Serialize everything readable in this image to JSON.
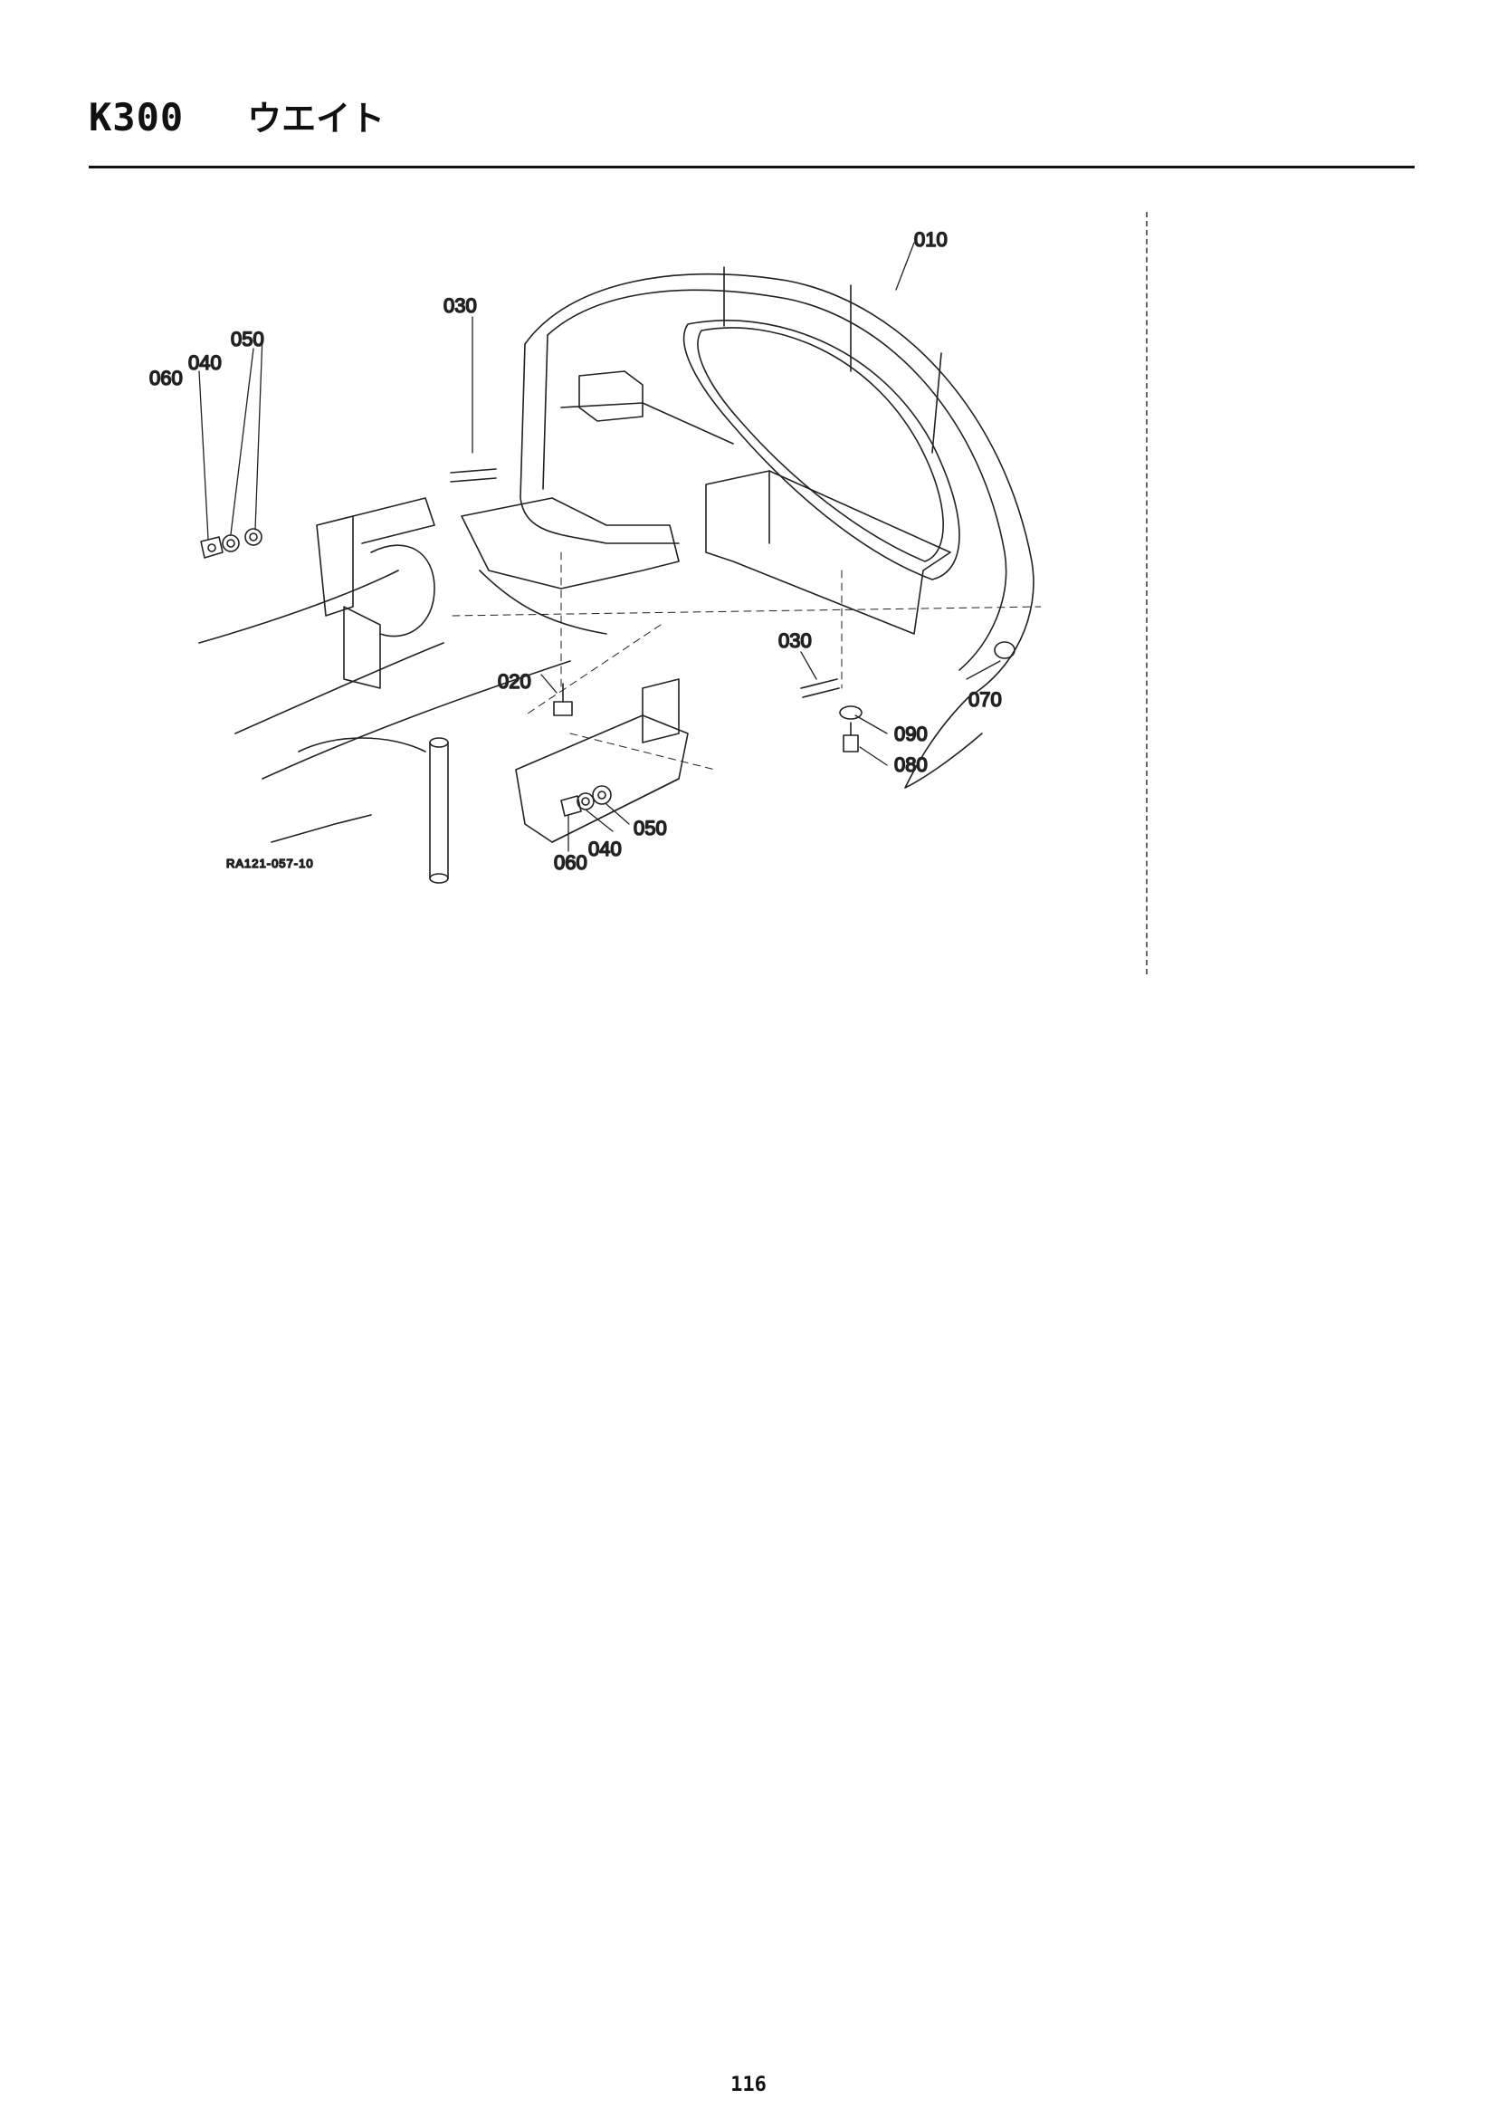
{
  "header": {
    "model_code": "K300",
    "section_title": "ウエイト"
  },
  "diagram": {
    "figure_code": "RA121-057-10",
    "callouts": {
      "p010": "010",
      "p020": "020",
      "p030a": "030",
      "p030b": "030",
      "p040a": "040",
      "p040b": "040",
      "p050a": "050",
      "p050b": "050",
      "p060a": "060",
      "p060b": "060",
      "p070": "070",
      "p080": "080",
      "p090": "090"
    }
  },
  "footer": {
    "page_number": "116"
  }
}
